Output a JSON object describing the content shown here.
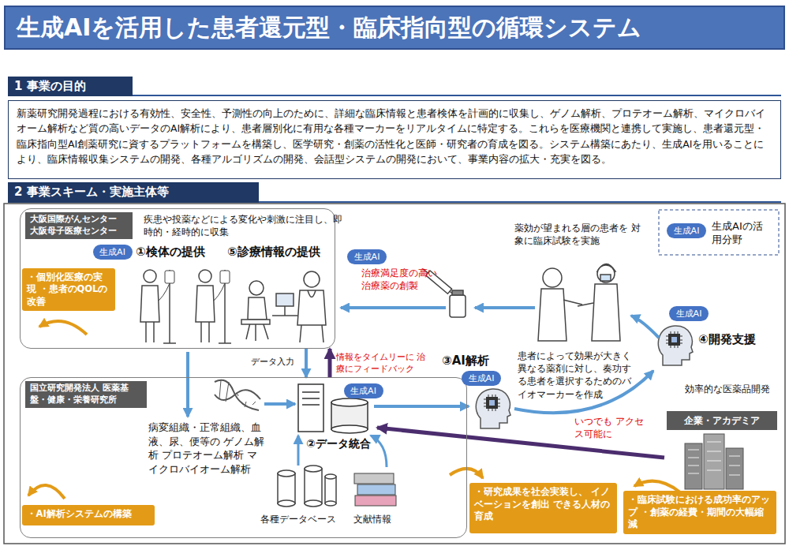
{
  "diagram": {
    "title": "生成AIを活用した患者還元型・臨床指向型の循環システム",
    "nodes": [
      {
        "text": [
          "1 事業の目的"
        ]
      },
      {
        "text": [
          "新薬研究開発過程における有効性、安全性、予測性の向上のために、詳細な臨床情報と患者検体を計画的に収集し、ゲノム解析、プロテオーム解析、マイクロバイオーム解析など質の高いデータのAI解析により、患者層別化に有用な各種マーカーをリアルタイムに特定する。これらを医療機関と連携して実施し、患者還元型・臨床指向型AI創薬研究に資するプラットフォームを構築し、医学研究・創薬の活性化と医師・研究者の育成を図る。システム構築にあたり、生成AIを用いることにより、臨床情報収集システムの開発、各種アルゴリズムの開発、会話型システムの開発において、事業内容の拡大・充実を図る。"
        ]
      },
      {
        "text": [
          "2 事業スキーム・実施主体等"
        ]
      },
      {
        "text": [
          "大阪国際がんセンター 大阪母子医療センター"
        ]
      },
      {
        "text": [
          "生成AI"
        ],
        "in": 3
      },
      {
        "text": [
          "・個別化医療の実現 ・患者のQOLの改善"
        ],
        "in": 3
      },
      {
        "text": [
          "生成AI"
        ]
      },
      {
        "text": [
          "生成AI"
        ]
      },
      {
        "text": [
          "国立研究開発法人 医薬基盤・健康・栄養研究所"
        ]
      },
      {
        "text": [
          "生成AI"
        ],
        "in": 8
      },
      {
        "text": [
          "生成AI"
        ]
      },
      {
        "text": [
          "企業・アカデミア"
        ]
      },
      {
        "text": [
          "・AI解析システムの構築"
        ],
        "in": 8
      },
      {
        "text": [
          "・研究成果を社会実装し、 イノベーションを創出 できる人材の育成"
        ]
      },
      {
        "text": [
          "・臨床試験における成功率のアップ ・創薬の経費・期間の大幅縮減"
        ]
      }
    ],
    "edges": [
      {
        "from": 3,
        "to": 8,
        "arrow": "to",
        "label": "データ入力"
      },
      {
        "from": 8,
        "to": 3,
        "arrow": "to",
        "label": "情報をタイムリーに 治療にフィードバック"
      }
    ],
    "labels": [
      "疾患や投薬などによる変化や刺激に注目し、即時的・経時的に収集",
      "①検体の提供",
      "⑤診療情報の提供",
      "治療満足度の高い 治療薬の創製",
      "薬効が望まれる層の患者を 対象に臨床試験を実施",
      "④開発支援",
      "③AI解析",
      "患者によって効果が大きく異なる薬剤に対し、奏功する患者を選択するためのバイオマーカーを作成",
      "効率的な医薬品開発",
      "②データ統合",
      "病変組織・正常組織、血液、尿、便等の ゲノム解析 プロテオーム解析 マイクロバイオーム解析",
      "各種データベース",
      "文献情報",
      "いつでも アクセス可能に",
      "生成AI"
    ],
    "legend": [
      {
        "text": "生成AIの活用分野",
        "color": "#4472c4"
      }
    ]
  }
}
